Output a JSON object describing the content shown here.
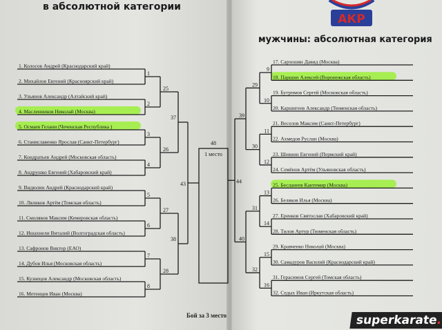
{
  "left_title": "в абсолютной категории",
  "right_title": "мужчины: абсолютная категория",
  "logo_text": "АКР",
  "colors": {
    "highlight": "#9cf03a",
    "ink": "#1c1c1c",
    "logo_red": "#d42a2a",
    "logo_blue": "#2a3f9a"
  },
  "left_entries": [
    "1. Колосов Андрей (Краснодарский край)",
    "2. Михайлов Евгений (Красноярский край)",
    "3. Ульянов Александр (Алтайский край)",
    "4. Масленников Николай (Москва)",
    "5. Осмаев Гелани (Чеченская Республика )",
    "6. Станиславенко Ярослав (Санкт-Петербург)",
    "7. Кондратьев Андрей (Московская область)",
    "8. Андрушко Евгений (Хабаровский край)",
    "9. Видюлин Андрей (Краснодарский край)",
    "10. Ляликов Артём (Томская область)",
    "11. Смоляков Максим (Кемеровская область)",
    "12. Ишахнели Виталий (Волгоградская область)",
    "13. Сафронов Виктор (ЕАО)",
    "14. Дубов Илья (Московская область)",
    "15. Кузнецов Александр (Московская область)",
    "16. Метенцев Иван (Москва)"
  ],
  "right_entries": [
    "17. Сархошян Давид (Москва)",
    "18. Паршин Алексей (Воронежская область)",
    "19. Бутрнмов Сергей (Московская область)",
    "20. Каршигеев Александр (Тюменская область)",
    "21. Веселов Максим (Санкт-Петербург)",
    "22. Ахмедов Руслан (Москва)",
    "23. Шевнин Евгений (Пермский край)",
    "24. Семёнов Артём (Ульяновская область)",
    "25. Бесланеев Кантемир (Москва)",
    "26. Беляков Илья (Москва)",
    "27. Еренков Святослав (Хабаровский край)",
    "28. Тилов Артур (Тюменская область)",
    "29. Кравченко Николай (Москва)",
    "30. Самадуров Василий (Краснодарский край)",
    "31. Герасимов Сергей (Томская область)",
    "32. Седых Иван (Иркутская область)"
  ],
  "highlighted_left": [
    3,
    4
  ],
  "highlighted_right": [
    1,
    8
  ],
  "left_matches": {
    "r1": [
      "1",
      "2",
      "3",
      "4",
      "5",
      "6",
      "7",
      "8"
    ],
    "r2": [
      "25",
      "26",
      "27",
      "28"
    ],
    "r3": [
      "37",
      "38"
    ],
    "r4": "43"
  },
  "right_matches": {
    "r1": [
      "9",
      "10",
      "11",
      "12",
      "13",
      "14",
      "15",
      "16"
    ],
    "r2": [
      "29",
      "30",
      "31",
      "32"
    ],
    "r3": [
      "39",
      "40"
    ],
    "r4": "44"
  },
  "final": {
    "number": "48",
    "label": "1 место"
  },
  "third_place_label": "Бой за 3 место",
  "watermark": {
    "main": "superkarate",
    "suffix": ".ru"
  }
}
